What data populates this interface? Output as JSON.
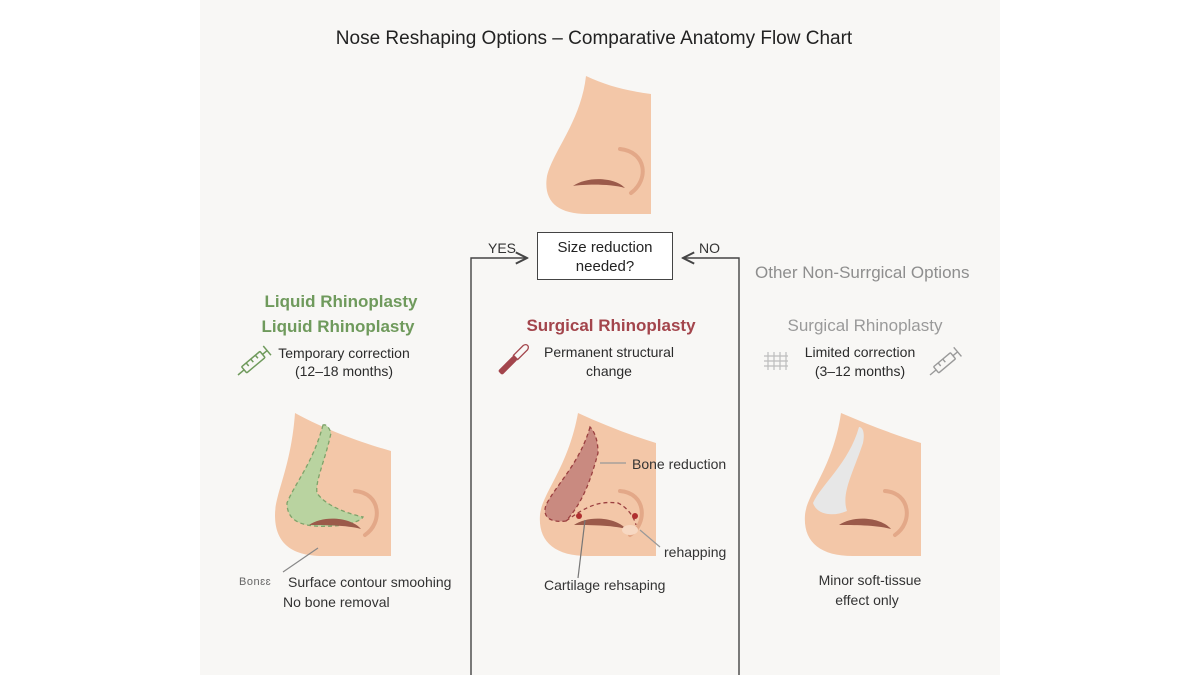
{
  "title": "Nose Reshaping Options – Comparative Anatomy Flow Chart",
  "decision": {
    "line1": "Size reduction",
    "line2": "needed?",
    "yes_label": "YES",
    "no_label": "NO"
  },
  "other_options_label": "Other Non-Surrgical Options",
  "columns": {
    "liquid": {
      "heading_1": "Liquid Rhinoplasty",
      "heading_2": "Liquid Rhinoplasty",
      "desc_line1": "Temporary correction",
      "desc_line2": "(12–18 months)",
      "small_label": "Bonɛɛ",
      "note_line1": "Surface contour smoohing",
      "note_line2": "No bone removal",
      "icon": "syringe-icon",
      "color": "#6f9a5c"
    },
    "surgical": {
      "heading": "Surgical Rhinoplasty",
      "desc_line1": "Permanent structural",
      "desc_line2": "change",
      "label_bone": "Bone reduction",
      "label_tip": "rehapping",
      "label_cartilage": "Cartilage rehsaping",
      "icon": "scalpel-icon",
      "color": "#a3454c"
    },
    "other": {
      "heading": "Surgical Rhinoplasty",
      "desc_line1": "Limited correction",
      "desc_line2": "(3–12 months)",
      "note_line1": "Minor soft-tissue",
      "note_line2": "effect only",
      "icons": [
        "thread-lift-icon",
        "syringe-icon"
      ],
      "color": "#9a9a9a"
    }
  },
  "colors": {
    "skin": "#f3c7a8",
    "skin_shadow": "#e5a98a",
    "nostril": "#9b5a4a",
    "filler": "#b9d3a0",
    "bone_zone": "#c98a80",
    "soft_tissue": "#e7e7e7"
  }
}
